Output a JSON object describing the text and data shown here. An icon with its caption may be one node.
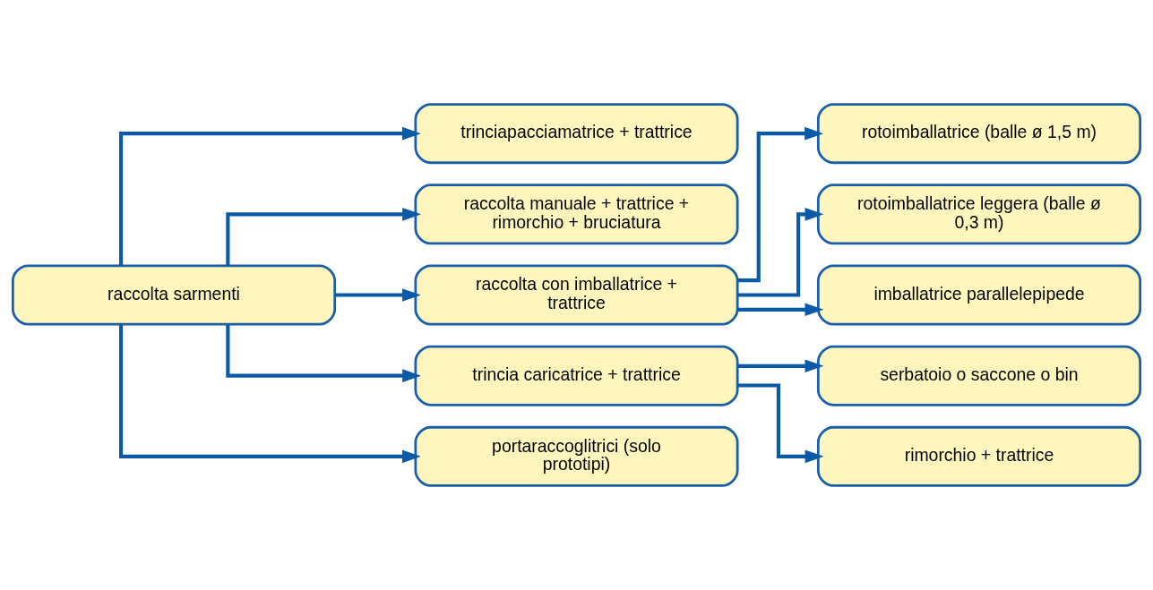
{
  "diagram": {
    "nodes": [
      {
        "text": [
          "raccolta sarmenti"
        ]
      },
      {
        "text": [
          "trinciapacciamatrice + trattrice"
        ]
      },
      {
        "text": [
          "raccolta manuale + trattrice + rimorchio + bruciatura"
        ]
      },
      {
        "text": [
          "raccolta con imballatrice + trattrice"
        ]
      },
      {
        "text": [
          "rotoimballatrice (balle ø 1,5 m)"
        ]
      },
      {
        "text": [
          "rotoimballatrice leggera (balle ø 0,3 m)"
        ]
      },
      {
        "text": [
          "imballatrice parallelepipede"
        ]
      },
      {
        "text": [
          "trincia caricatrice + trattrice"
        ]
      },
      {
        "text": [
          "serbatoio o saccone o bin"
        ]
      },
      {
        "text": [
          "rimorchio + trattrice"
        ]
      },
      {
        "text": [
          "portaraccoglitrici (solo prototipi)"
        ]
      }
    ],
    "edges": [
      {
        "from": 0,
        "to": 1,
        "arrow": "to"
      },
      {
        "from": 0,
        "to": 2,
        "arrow": "to"
      },
      {
        "from": 0,
        "to": 3,
        "arrow": "to"
      },
      {
        "from": 0,
        "to": 7,
        "arrow": "to"
      },
      {
        "from": 0,
        "to": 10,
        "arrow": "to"
      },
      {
        "from": 3,
        "to": 4,
        "arrow": "to"
      },
      {
        "from": 3,
        "to": 5,
        "arrow": "to"
      },
      {
        "from": 3,
        "to": 6,
        "arrow": "to"
      },
      {
        "from": 7,
        "to": 8,
        "arrow": "to"
      },
      {
        "from": 7,
        "to": 9,
        "arrow": "to"
      }
    ]
  }
}
